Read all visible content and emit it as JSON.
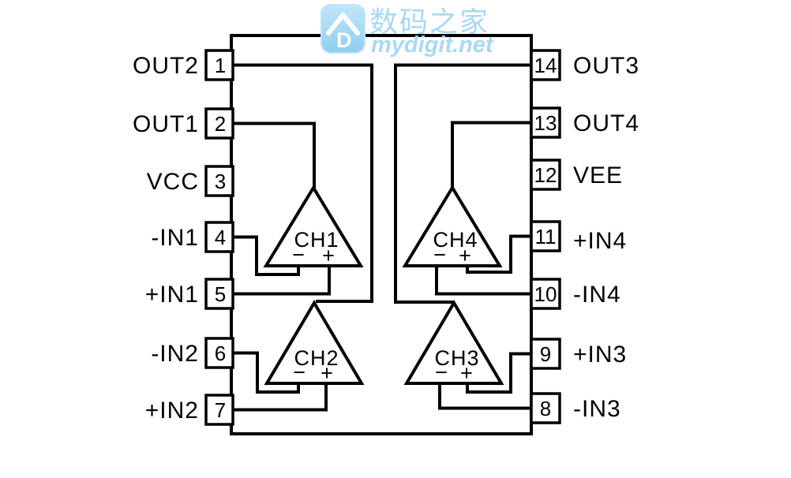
{
  "watermark": {
    "brand": "数码之家",
    "site": "mydigit.net"
  },
  "chip": {
    "left_pins": [
      {
        "num": "1",
        "label": "OUT2"
      },
      {
        "num": "2",
        "label": "OUT1"
      },
      {
        "num": "3",
        "label": "VCC"
      },
      {
        "num": "4",
        "label": "-IN1"
      },
      {
        "num": "5",
        "label": "+IN1"
      },
      {
        "num": "6",
        "label": "-IN2"
      },
      {
        "num": "7",
        "label": "+IN2"
      }
    ],
    "right_pins": [
      {
        "num": "14",
        "label": "OUT3"
      },
      {
        "num": "13",
        "label": "OUT4"
      },
      {
        "num": "12",
        "label": "VEE"
      },
      {
        "num": "11",
        "label": "+IN4"
      },
      {
        "num": "10",
        "label": "-IN4"
      },
      {
        "num": "9",
        "label": "+IN3"
      },
      {
        "num": "8",
        "label": "-IN3"
      }
    ],
    "amplifiers": [
      {
        "name": "CH1",
        "minus": "−",
        "plus": "+"
      },
      {
        "name": "CH2",
        "minus": "−",
        "plus": "+"
      },
      {
        "name": "CH3",
        "minus": "−",
        "plus": "+"
      },
      {
        "name": "CH4",
        "minus": "−",
        "plus": "+"
      }
    ],
    "logo_glyph": "D"
  },
  "colors": {
    "line": "#000000",
    "background": "#ffffff",
    "watermark_blue": "#a5d6f4"
  }
}
